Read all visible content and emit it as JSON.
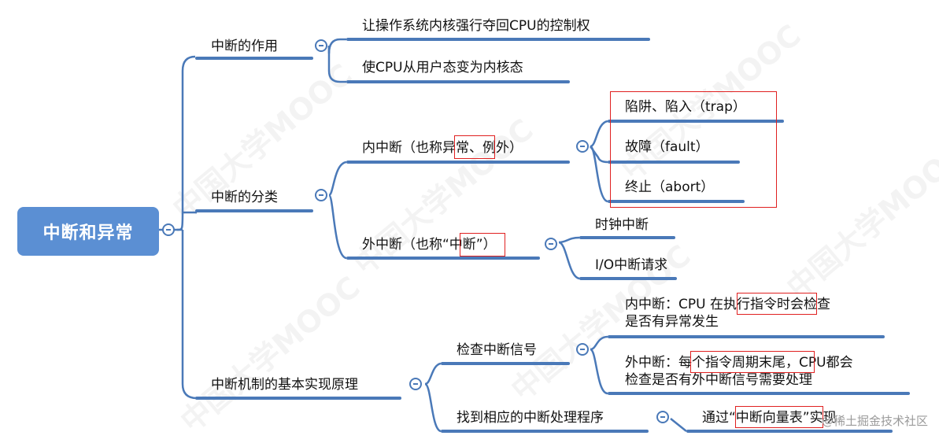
{
  "root": "中断和异常",
  "branches": {
    "role": {
      "label": "中断的作用",
      "items": [
        "让操作系统内核强行夺回CPU的控制权",
        "使CPU从用户态变为内核态"
      ]
    },
    "classify": {
      "label": "中断的分类",
      "internal": {
        "label": "内中断（也称异常、例外）",
        "items": [
          "陷阱、陷入（trap）",
          "故障（fault）",
          "终止（abort）"
        ]
      },
      "external": {
        "label": "外中断（也称“中断”）",
        "items": [
          "时钟中断",
          "I/O中断请求"
        ]
      }
    },
    "mechanism": {
      "label": "中断机制的基本实现原理",
      "check": {
        "label": "检查中断信号",
        "internal_line1": "内中断：CPU 在执行指令时会检查",
        "internal_line2": "是否有异常发生",
        "external_line1": "外中断：每个指令周期末尾，CPU都会",
        "external_line2": "检查是否有外中断信号需要处理"
      },
      "find": {
        "label": "找到相应的中断处理程序",
        "detail": "通过“中断向量表”实现"
      }
    }
  },
  "watermark": "中国大学MOOC",
  "footer": "@稀土掘金技术社区",
  "colors": {
    "branch": "#4a79b8",
    "root_fill": "#5b8fd3",
    "highlight": "#e02020"
  }
}
